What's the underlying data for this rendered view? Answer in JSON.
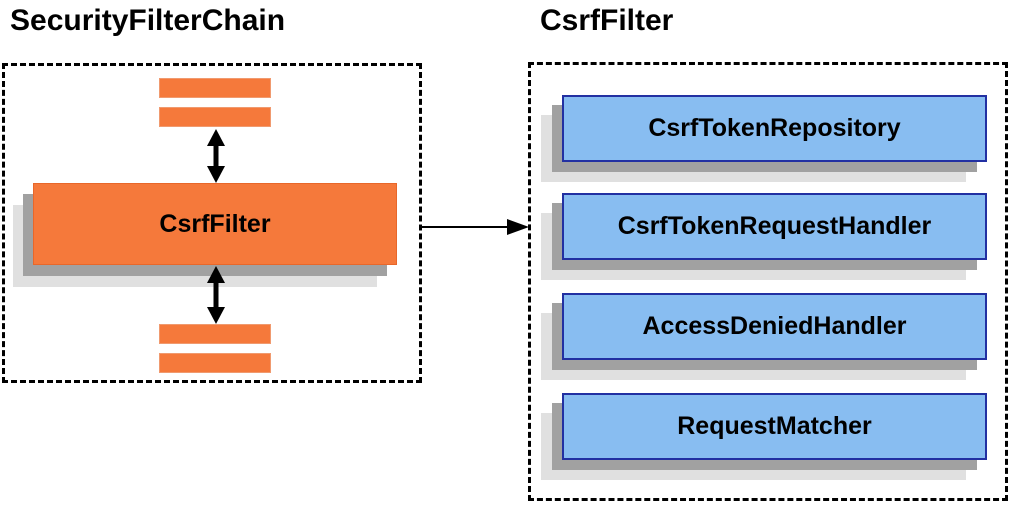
{
  "left_panel": {
    "title": "SecurityFilterChain",
    "filter_box_label": "CsrfFilter"
  },
  "right_panel": {
    "title": "CsrfFilter",
    "components": [
      {
        "label": "CsrfTokenRepository"
      },
      {
        "label": "CsrfTokenRequestHandler"
      },
      {
        "label": "AccessDeniedHandler"
      },
      {
        "label": "RequestMatcher"
      }
    ]
  },
  "colors": {
    "orange_fill": "#f5793b",
    "orange_border": "#e8672a",
    "bar_border": "#f09a6f",
    "blue_fill": "#88bdf1",
    "blue_border": "#2230a2",
    "shadow_dark": "#a1a1a1",
    "shadow_light": "#e0e0e0",
    "line": "#000000",
    "background": "#ffffff"
  }
}
